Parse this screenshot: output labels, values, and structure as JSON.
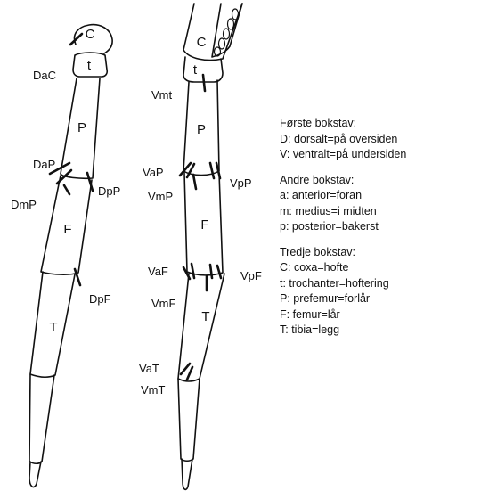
{
  "left_leg": {
    "segments": {
      "coxa": "C",
      "trochanter": "t",
      "prefemur": "P",
      "femur": "F",
      "tibia": "T"
    },
    "setae": [
      "DaC",
      "DaP",
      "DpP",
      "DmP",
      "DpF"
    ]
  },
  "right_leg": {
    "segments": {
      "coxa": "C",
      "trochanter": "t",
      "prefemur": "P",
      "femur": "F",
      "tibia": "T"
    },
    "setae": [
      "Vmt",
      "VaP",
      "VpP",
      "VmP",
      "VaF",
      "VpF",
      "VmF",
      "VaT",
      "VmT"
    ]
  },
  "legend": {
    "first_title": "Første bokstav:",
    "first_items": [
      "D: dorsalt=på oversiden",
      "V: ventralt=på undersiden"
    ],
    "second_title": "Andre bokstav:",
    "second_items": [
      "a: anterior=foran",
      "m: medius=i midten",
      "p: posterior=bakerst"
    ],
    "third_title": "Tredje bokstav:",
    "third_items": [
      "C: coxa=hofte",
      "t: trochanter=hoftering",
      "P: prefemur=forlår",
      "F: femur=lår",
      "T: tibia=legg"
    ]
  }
}
